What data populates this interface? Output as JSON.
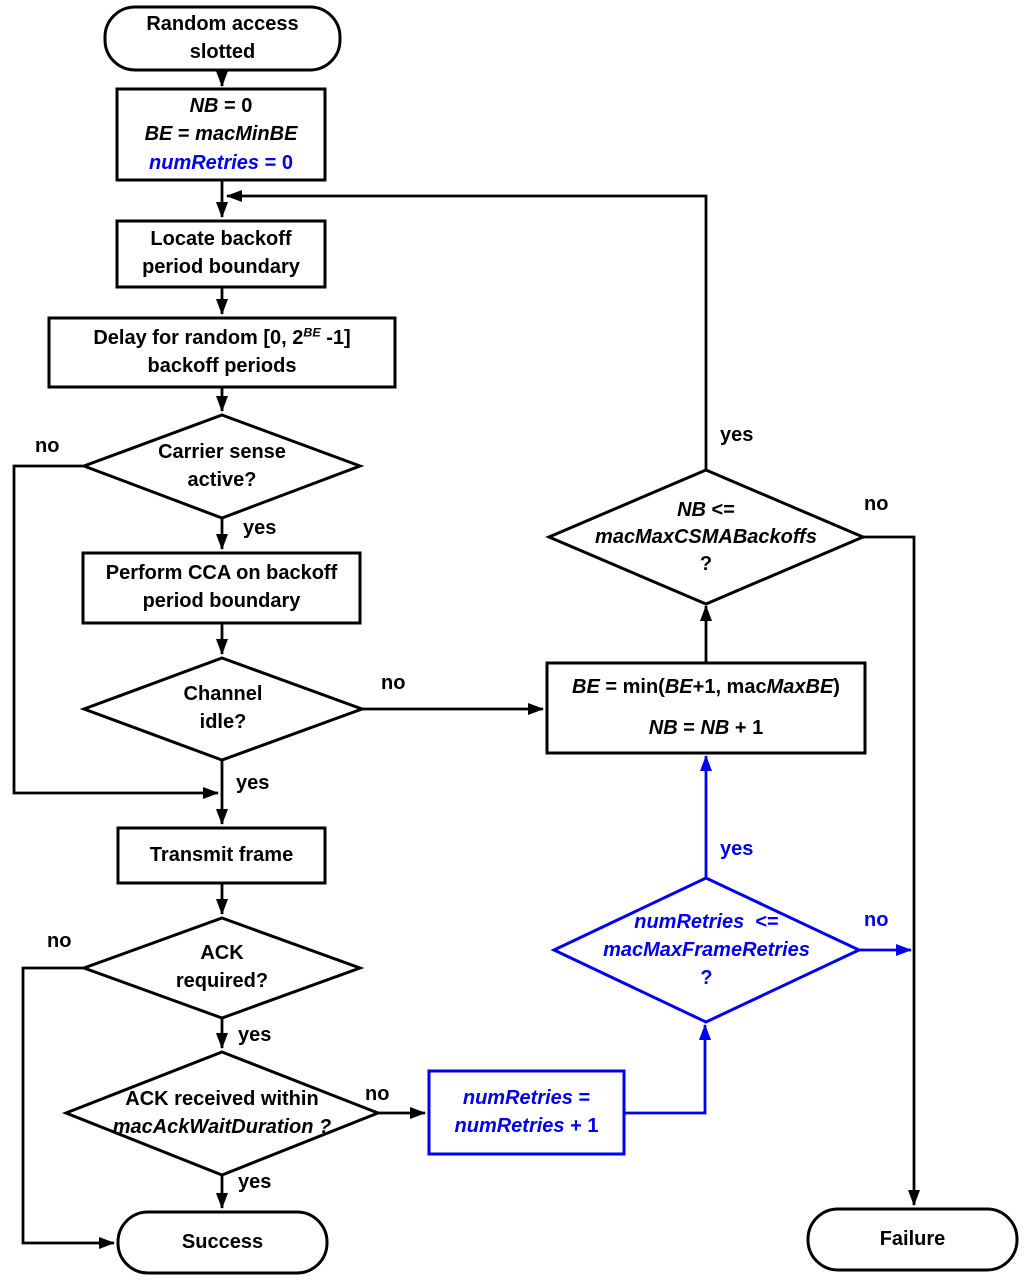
{
  "diagram_title": "Slotted random access (CSMA-CA) flowchart",
  "colors": {
    "flow_black": "#000000",
    "highlight_blue": "#0000EE",
    "background": "#FFFFFF"
  },
  "nodes": {
    "start": {
      "shape": "terminator",
      "lines": [
        [
          {
            "t": "Random access"
          }
        ],
        [
          {
            "t": "slotted"
          }
        ]
      ]
    },
    "init": {
      "shape": "process",
      "lines": [
        [
          {
            "t": "NB",
            "i": true
          },
          {
            "t": " = 0"
          }
        ],
        [
          {
            "t": "BE",
            "i": true
          },
          {
            "t": " = "
          },
          {
            "t": "macMinBE",
            "i": true
          }
        ],
        [
          {
            "t": "numRetries",
            "i": true,
            "c": "blue"
          },
          {
            "t": " = 0",
            "c": "blue"
          }
        ]
      ]
    },
    "locate": {
      "shape": "process",
      "lines": [
        [
          {
            "t": "Locate backoff"
          }
        ],
        [
          {
            "t": "period boundary"
          }
        ]
      ]
    },
    "delay": {
      "shape": "process",
      "lines": [
        [
          {
            "t": "Delay for random [0, 2"
          },
          {
            "t": "BE",
            "i": true,
            "sup": true
          },
          {
            "t": " -1]"
          }
        ],
        [
          {
            "t": "backoff periods"
          }
        ]
      ]
    },
    "carrier": {
      "shape": "decision",
      "lines": [
        [
          {
            "t": "Carrier sense"
          }
        ],
        [
          {
            "t": "active?"
          }
        ]
      ]
    },
    "cca": {
      "shape": "process",
      "lines": [
        [
          {
            "t": "Perform CCA on backoff"
          }
        ],
        [
          {
            "t": "period boundary"
          }
        ]
      ]
    },
    "channel": {
      "shape": "decision",
      "lines": [
        [
          {
            "t": "Channel"
          }
        ],
        [
          {
            "t": "idle?"
          }
        ]
      ]
    },
    "transmit": {
      "shape": "process",
      "lines": [
        [
          {
            "t": "Transmit frame"
          }
        ]
      ]
    },
    "ack_required": {
      "shape": "decision",
      "lines": [
        [
          {
            "t": "ACK"
          }
        ],
        [
          {
            "t": "required?"
          }
        ]
      ]
    },
    "ack_received": {
      "shape": "decision",
      "lines": [
        [
          {
            "t": "ACK received within"
          }
        ],
        [
          {
            "t": "macAckWaitDuration ?",
            "i": true
          }
        ]
      ]
    },
    "success": {
      "shape": "terminator",
      "lines": [
        [
          {
            "t": "Success"
          }
        ]
      ]
    },
    "be_update": {
      "shape": "process",
      "lines": [
        [
          {
            "t": "BE",
            "i": true
          },
          {
            "t": " = min("
          },
          {
            "t": "BE",
            "i": true
          },
          {
            "t": "+1, mac"
          },
          {
            "t": "MaxBE",
            "i": true
          },
          {
            "t": ")"
          }
        ],
        [
          {
            "t": "NB",
            "i": true
          },
          {
            "t": " = "
          },
          {
            "t": "NB",
            "i": true
          },
          {
            "t": " + 1"
          }
        ]
      ]
    },
    "nb_check": {
      "shape": "decision",
      "lines": [
        [
          {
            "t": "NB",
            "i": true
          },
          {
            "t": " <="
          }
        ],
        [
          {
            "t": "macMaxCSMABackoffs",
            "i": true
          }
        ],
        [
          {
            "t": "?"
          }
        ]
      ]
    },
    "retry_update": {
      "shape": "process",
      "lines": [
        [
          {
            "t": "numRetries",
            "i": true
          },
          {
            "t": " ="
          }
        ],
        [
          {
            "t": "numRetries",
            "i": true
          },
          {
            "t": " + 1"
          }
        ]
      ]
    },
    "retry_check": {
      "shape": "decision",
      "lines": [
        [
          {
            "t": "numRetries",
            "i": true
          },
          {
            "t": "  <="
          }
        ],
        [
          {
            "t": "macMaxFrameRetries",
            "i": true
          }
        ],
        [
          {
            "t": "?"
          }
        ]
      ]
    },
    "failure": {
      "shape": "terminator",
      "lines": [
        [
          {
            "t": "Failure"
          }
        ]
      ]
    }
  },
  "edge_labels": {
    "carrier_no": "no",
    "carrier_yes": "yes",
    "channel_no": "no",
    "channel_yes": "yes",
    "nb_yes": "yes",
    "nb_no": "no",
    "transmit_ack_yes": "yes",
    "ack_required_no": "no",
    "ack_received_no": "no",
    "ack_received_yes": "yes",
    "retry_yes": "yes",
    "retry_no": "no"
  }
}
